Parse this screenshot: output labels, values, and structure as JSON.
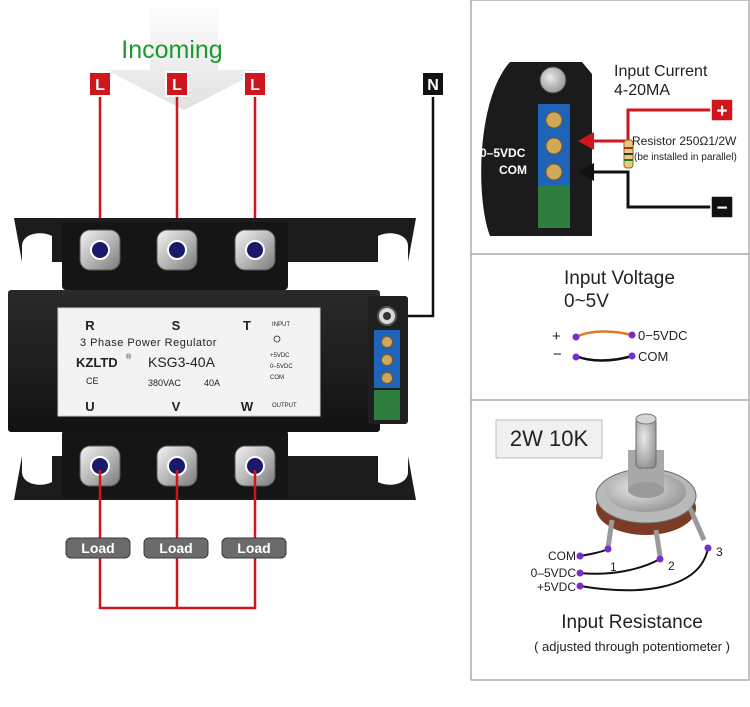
{
  "main_diagram": {
    "incoming_label": "Incoming",
    "line_tag": "L",
    "neutral_tag": "N",
    "load_label": "Load",
    "regulator": {
      "input_terminals": [
        "R",
        "S",
        "T"
      ],
      "output_terminals": [
        "U",
        "V",
        "W"
      ],
      "model_line": "3 Phase Power Regulator",
      "brand": "KZLTD",
      "registered_mark": "®",
      "model": "KSG3-40A",
      "ce_mark": "CE",
      "voltage": "380VAC",
      "current": "40A",
      "input_label": "INPUT",
      "input_terminals_small": [
        "+5VDC",
        "0–5VDC",
        "COM"
      ],
      "output_label": "OUTPUT"
    },
    "colors": {
      "wire_red": "#d0161c",
      "wire_black": "#111111",
      "incoming_green": "#1a9a2e",
      "tag_red": "#d0161c"
    }
  },
  "panel_current": {
    "title_line1": "Input Current",
    "title_line2": "4-20MA",
    "terminal_labels": [
      "0–5VDC",
      "COM"
    ],
    "resistor_label": "Resistor 250Ω1/2W",
    "resistor_note": "(be installed in parallel)",
    "plus_sign": "+",
    "minus_sign": "−"
  },
  "panel_voltage": {
    "title_line1": "Input Voltage",
    "title_line2": "0~5V",
    "plus_symbol": "+",
    "minus_symbol": "−",
    "terminal_1": "0−5VDC",
    "terminal_2": "COM"
  },
  "panel_resistance": {
    "badge": "2W 10K",
    "pin_labels": [
      "COM",
      "0–5VDC",
      "+5VDC"
    ],
    "pin_numbers": [
      "1",
      "2",
      "3"
    ],
    "title": "Input Resistance",
    "subtitle": "( adjusted through potentiometer )"
  }
}
